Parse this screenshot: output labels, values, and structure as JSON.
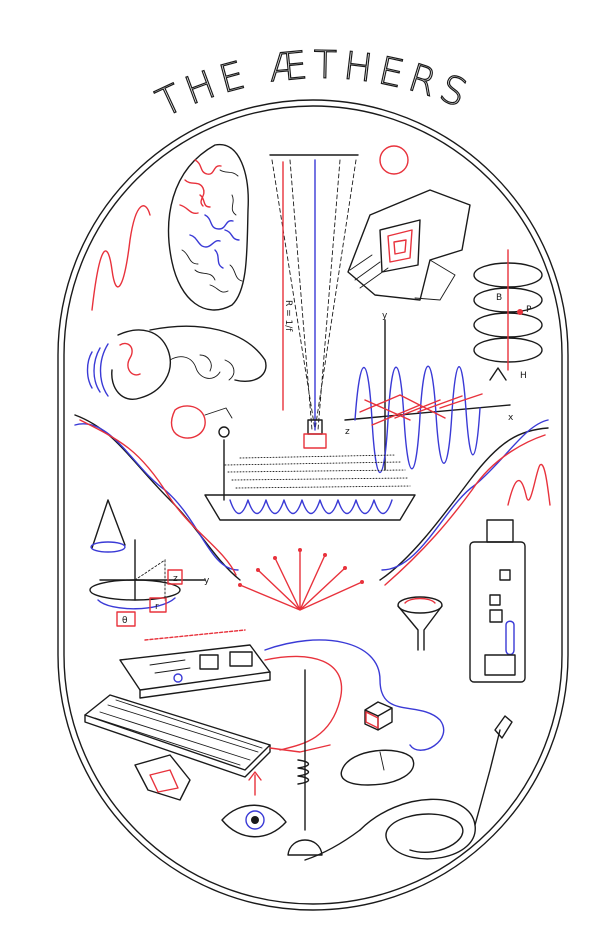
{
  "poster": {
    "title": "THE ÆTHERS"
  },
  "labels": {
    "mirror_label": "R = 1/f",
    "wave_axis_y": "y",
    "wave_axis_z": "z",
    "wave_axis_x": "x",
    "helix_b": "B",
    "helix_p": "P",
    "helix_h": "H",
    "cyl_r": "r",
    "cyl_z": "z",
    "cyl_theta": "θ",
    "cyl_axis_y": "y"
  },
  "colors": {
    "accent_red": "#e8323c",
    "accent_blue": "#3a3ad6",
    "ink": "#1a1a1a"
  }
}
